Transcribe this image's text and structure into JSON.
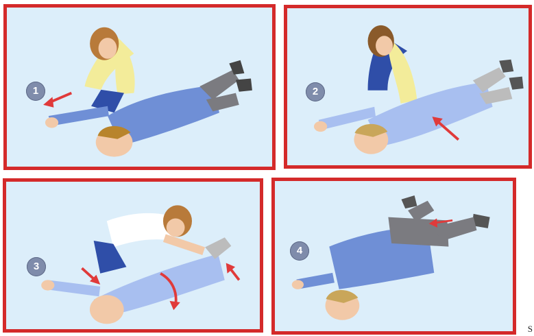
{
  "panels": [
    {
      "number": "1"
    },
    {
      "number": "2"
    },
    {
      "number": "3"
    },
    {
      "number": "4"
    }
  ],
  "corner_text": "S",
  "colors": {
    "frame": "#d42a2a",
    "panel_background": "#dceefa",
    "badge": "#7f8cab",
    "arrow": "#e03a3a",
    "casualty_shirt": "#6f8fd6",
    "casualty_trousers": "#7b7b80",
    "rescuer_top": "#f3ec9a",
    "rescuer_trousers": "#2f4ea8"
  }
}
